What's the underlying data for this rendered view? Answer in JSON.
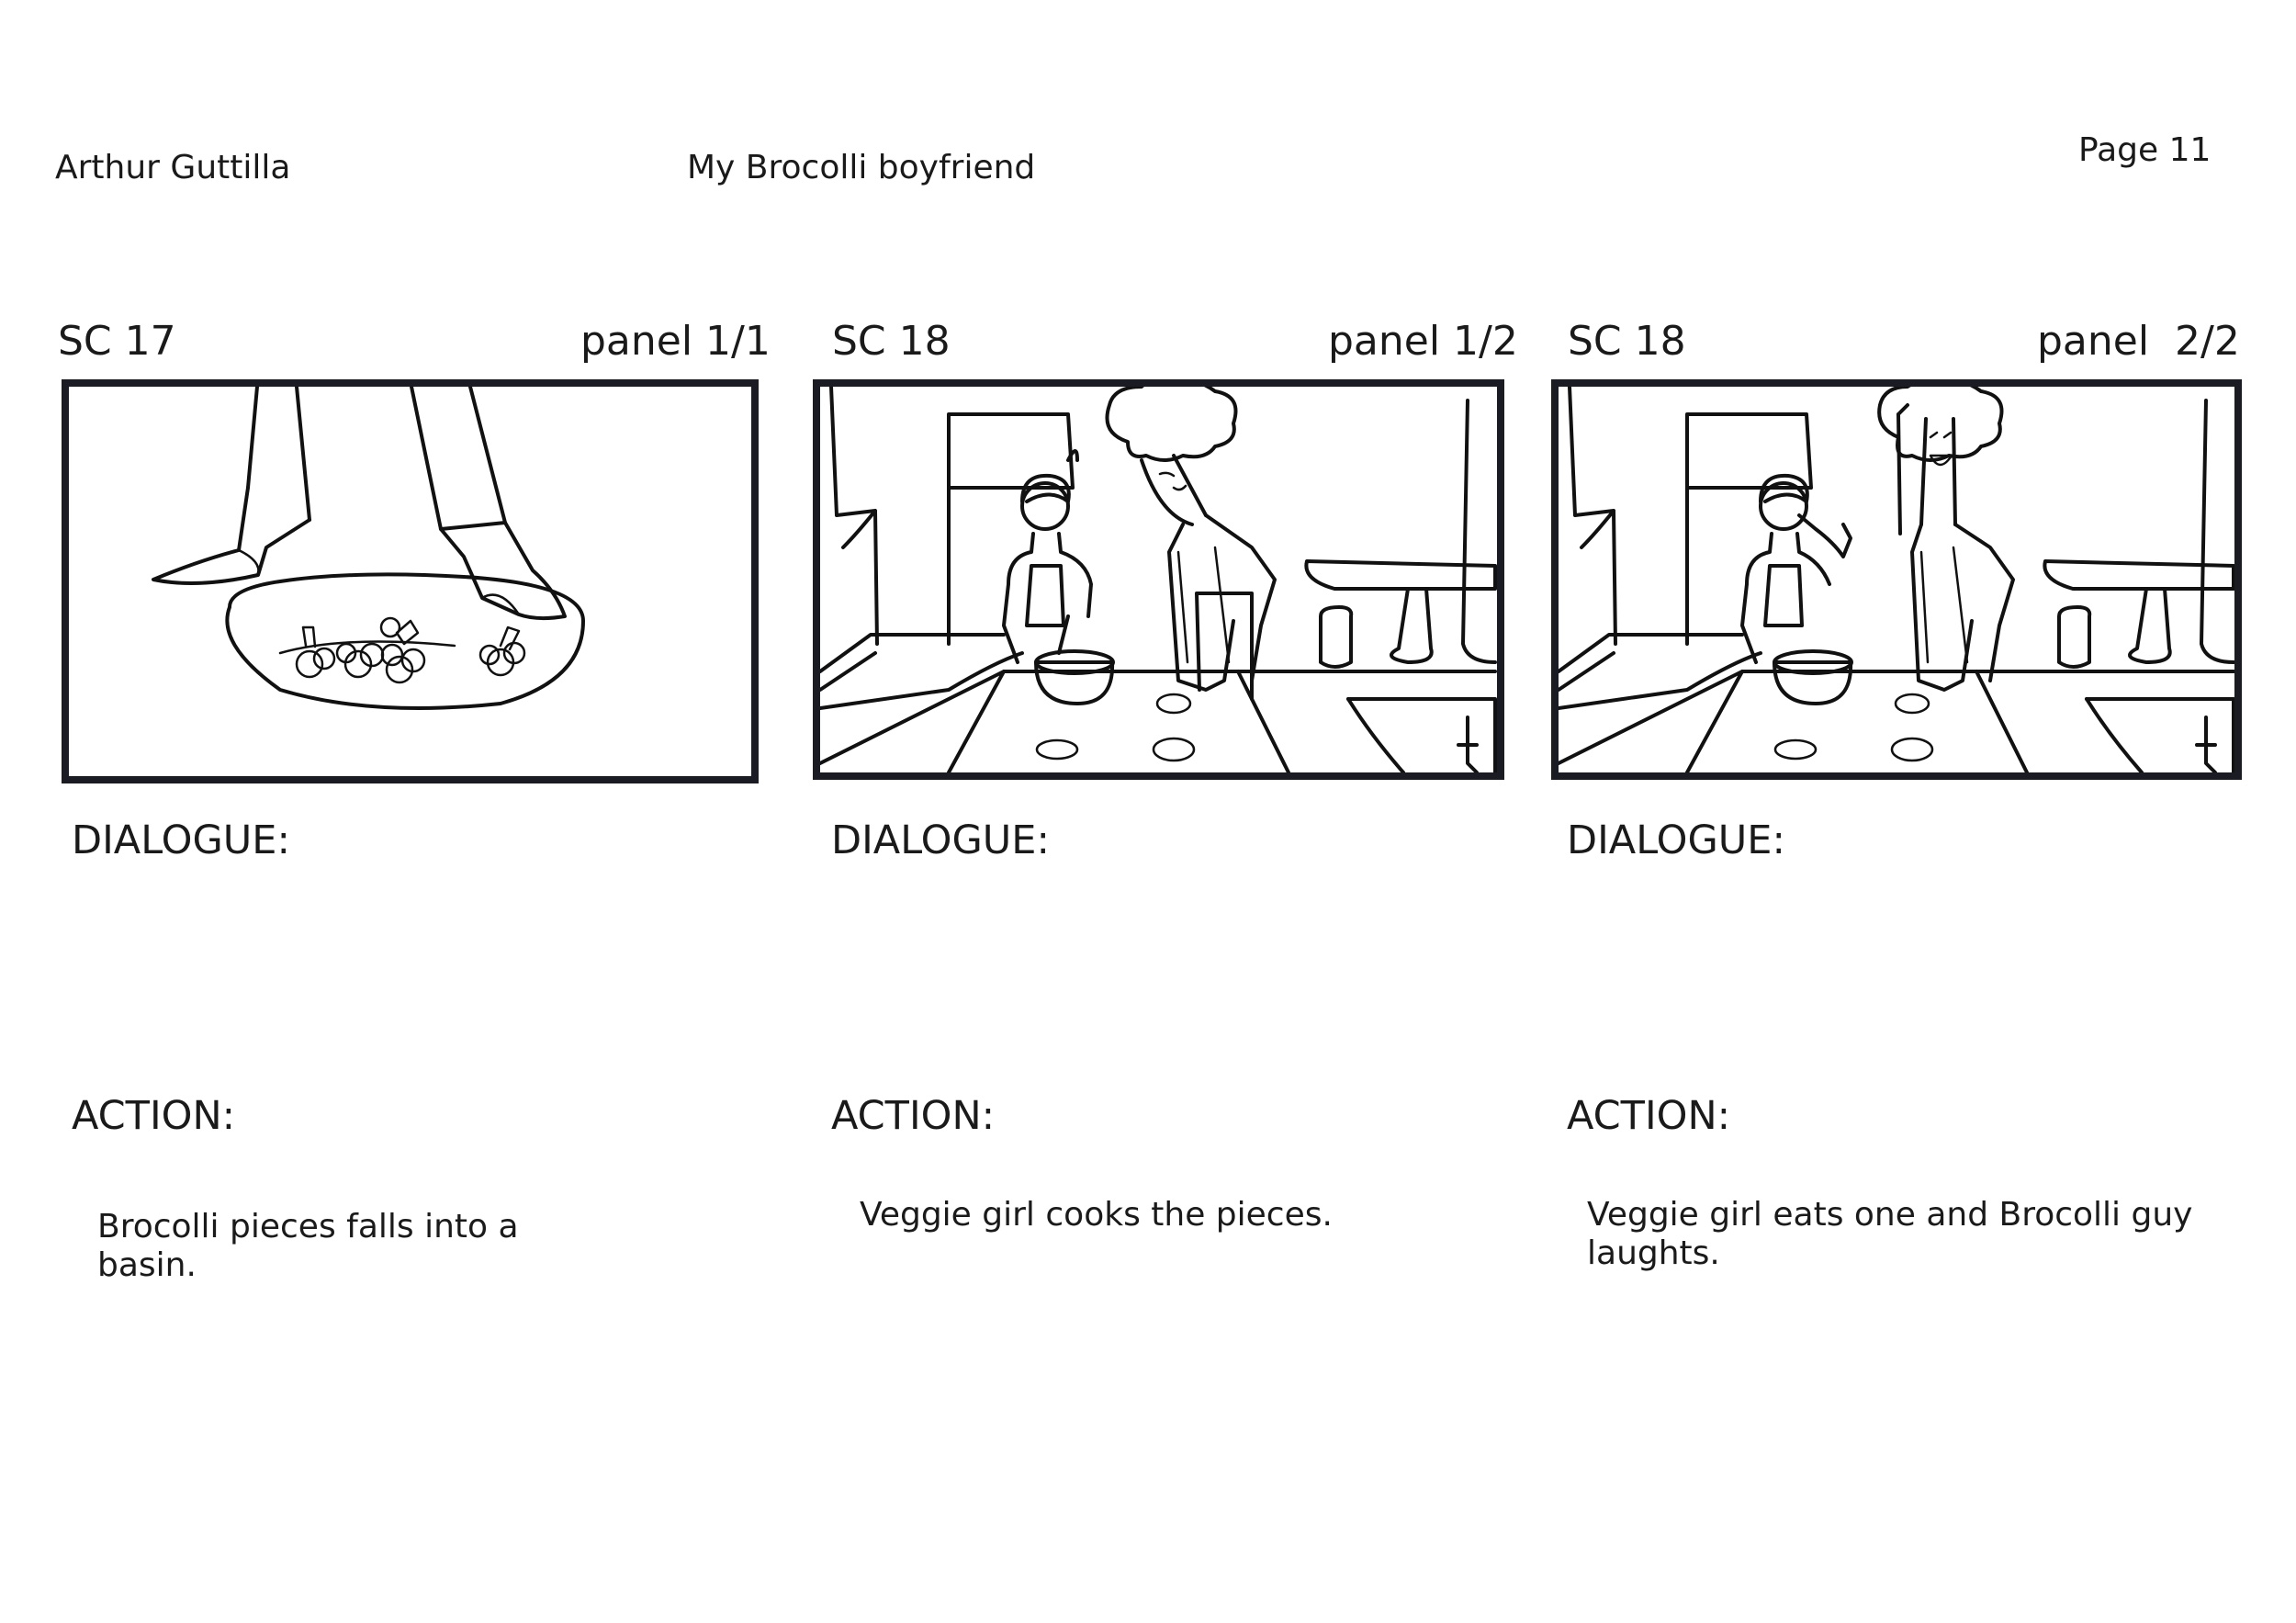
{
  "header": {
    "author": "Arthur  Guttilla",
    "title": "My Brocolli boyfriend",
    "page": "Page 11"
  },
  "panels": [
    {
      "scene": "SC 17",
      "panel": "panel 1/1",
      "dialogue_label": "DIALOGUE:",
      "dialogue": "",
      "action_label": "ACTION:",
      "action": "Brocolli pieces falls into a basin."
    },
    {
      "scene": "SC 18",
      "panel": "panel 1/2",
      "dialogue_label": "DIALOGUE:",
      "dialogue": "",
      "action_label": "ACTION:",
      "action": "Veggie girl cooks the pieces."
    },
    {
      "scene": "SC 18",
      "panel": "panel  2/2",
      "dialogue_label": "DIALOGUE:",
      "dialogue": "",
      "action_label": "ACTION:",
      "action": "Veggie girl eats one and Brocolli guy laughts."
    }
  ]
}
